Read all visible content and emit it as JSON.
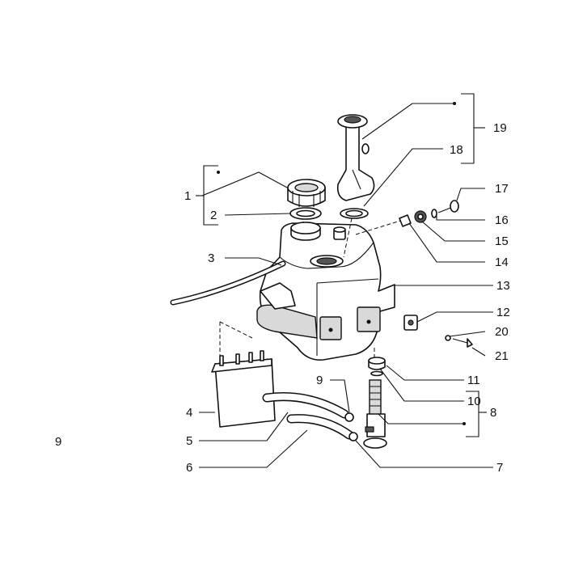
{
  "page_number": "9",
  "labels": {
    "p1": "1",
    "p2": "2",
    "p3": "3",
    "p4": "4",
    "p5": "5",
    "p6": "6",
    "p7": "7",
    "p8": "8",
    "p9": "9",
    "p10": "10",
    "p11": "11",
    "p12": "12",
    "p13": "13",
    "p14": "14",
    "p15": "15",
    "p16": "16",
    "p17": "17",
    "p18": "18",
    "p19": "19",
    "p20": "20",
    "p21": "21"
  }
}
